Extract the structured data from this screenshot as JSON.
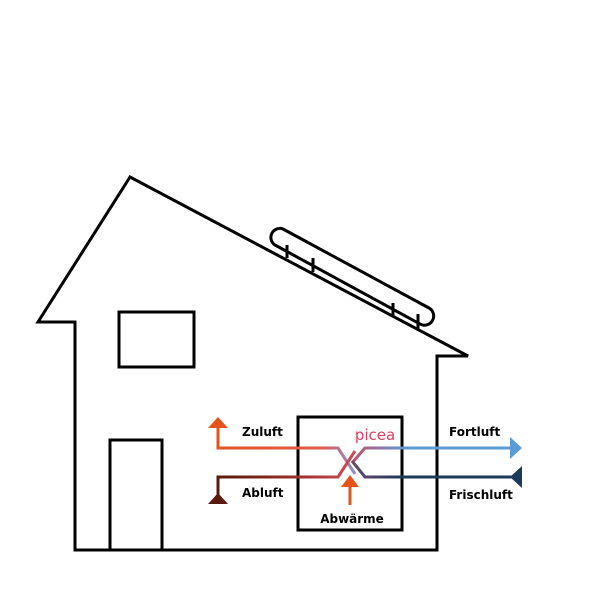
{
  "brand": "picea",
  "labels": {
    "zuluft": "Zuluft",
    "abluft": "Abluft",
    "fortluft": "Fortluft",
    "frischluft": "Frischluft",
    "abwaerme": "Abwärme"
  },
  "colors": {
    "zuluft": "#e5531c",
    "abluft": "#5a1a0c",
    "fortluft": "#5b9bd5",
    "frischluft": "#1c3a5a",
    "abwaerme": "#e5531c",
    "brand": "#e23d5c",
    "outline": "#000000"
  }
}
